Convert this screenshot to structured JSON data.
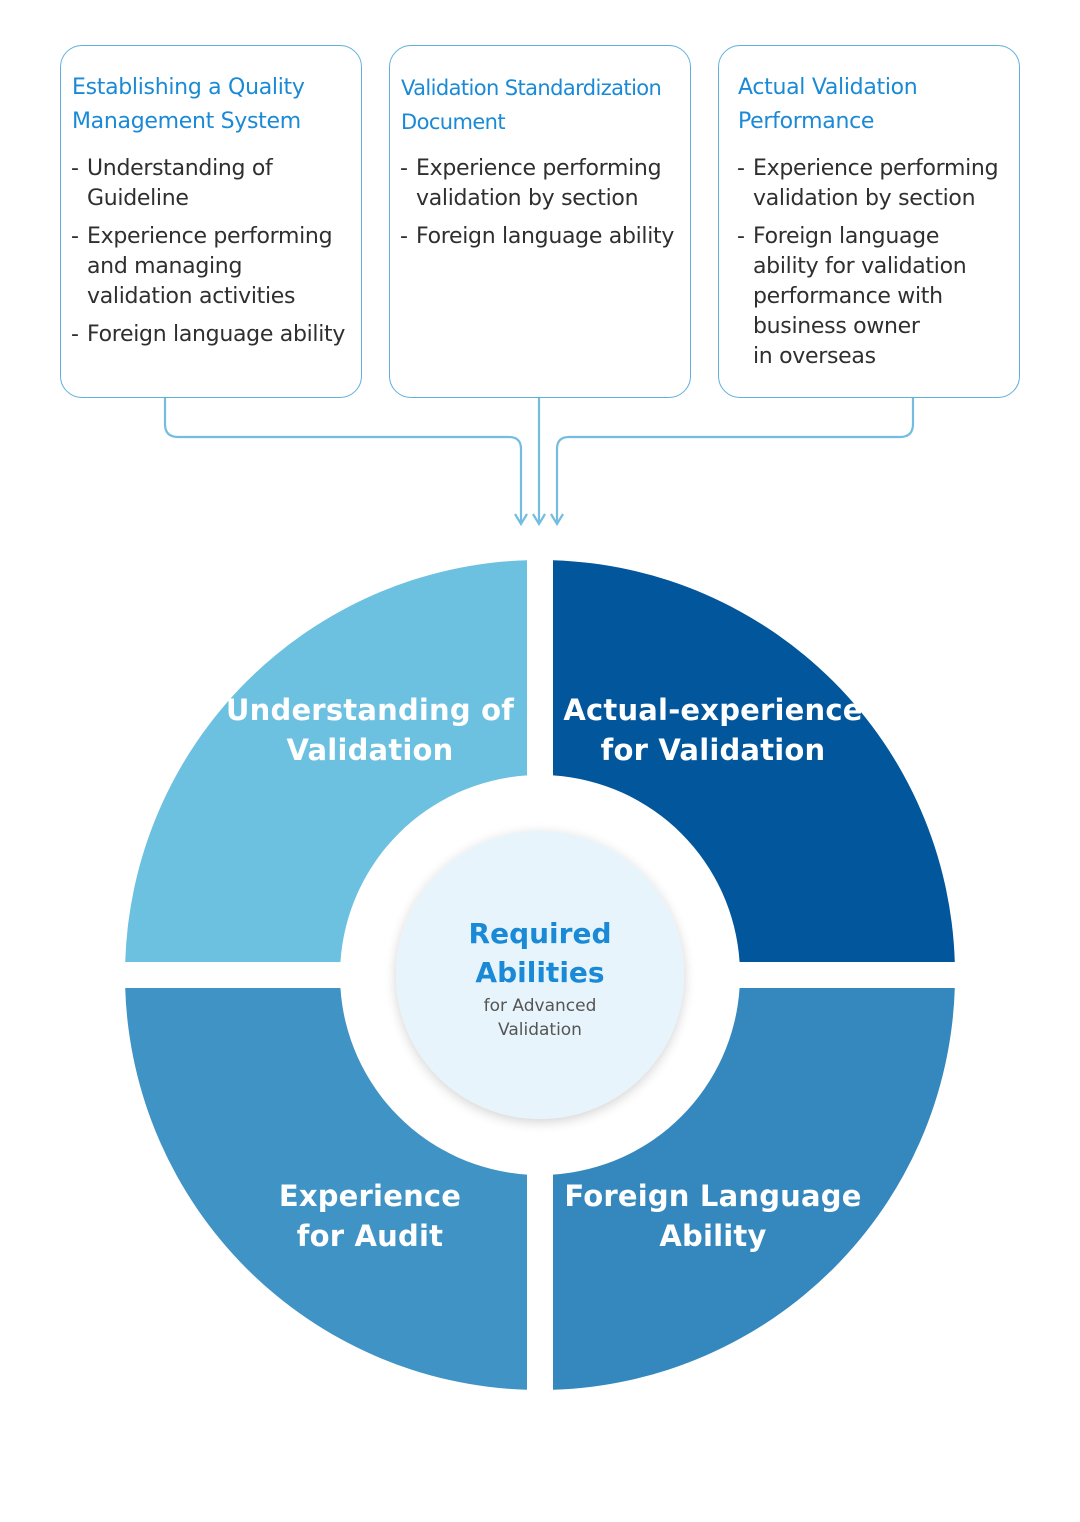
{
  "boxes": [
    {
      "title_lines": [
        "Establishing a Quality",
        "Management System"
      ],
      "items": [
        [
          "Understanding of",
          "Guideline"
        ],
        [
          "Experience performing",
          "and managing",
          "validation activities"
        ],
        [
          "Foreign language ability"
        ]
      ]
    },
    {
      "title_lines": [
        "Validation Standardization",
        "Document"
      ],
      "items": [
        [
          "Experience performing",
          "validation by section"
        ],
        [
          "Foreign language ability"
        ]
      ]
    },
    {
      "title_lines": [
        "Actual Validation",
        "Performance"
      ],
      "items": [
        [
          "Experience performing",
          "validation by section"
        ],
        [
          "Foreign language",
          "ability for validation",
          "performance with",
          "business owner",
          "in overseas"
        ]
      ]
    }
  ],
  "bullet_dash": "-",
  "segments": {
    "top_left": {
      "lines": [
        "Understanding of",
        "Validation"
      ],
      "color": "#6cc0e0"
    },
    "top_right": {
      "lines": [
        "Actual-experience",
        "for Validation"
      ],
      "color": "#02569c"
    },
    "bottom_left": {
      "lines": [
        "Experience",
        "for Audit"
      ],
      "color": "#3f93c5"
    },
    "bottom_right": {
      "lines": [
        "Foreign Language",
        "Ability"
      ],
      "color": "#3488bd"
    }
  },
  "center": {
    "title_lines": [
      "Required",
      "Abilities"
    ],
    "subtitle_lines": [
      "for Advanced",
      "Validation"
    ]
  },
  "colors": {
    "accent": "#1a8ad6",
    "box_border": "#5fb0dc",
    "connector": "#74bde0",
    "center_fill": "#e8f4fb"
  }
}
